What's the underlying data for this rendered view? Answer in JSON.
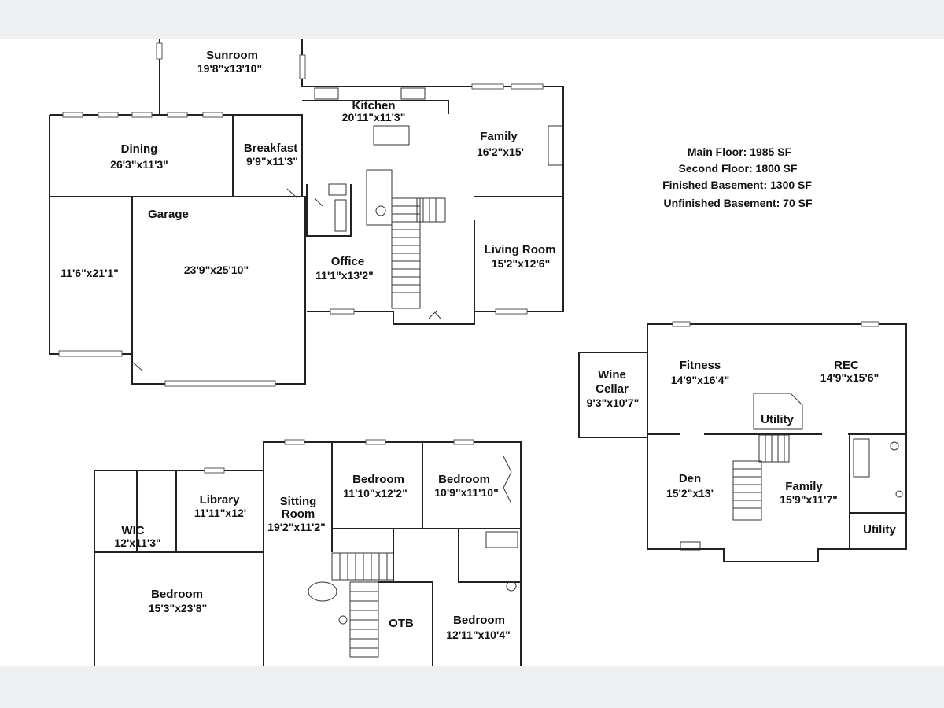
{
  "summary": {
    "main_floor": "Main Floor: 1985 SF",
    "second_floor": "Second Floor: 1800 SF",
    "finished_basement": "Finished Basement: 1300 SF",
    "unfinished_basement": "Unfinished Basement: 70 SF"
  },
  "main_floor": {
    "sunroom": {
      "name": "Sunroom",
      "dims": "19'8\"x13'10\""
    },
    "kitchen": {
      "name": "Kitchen",
      "dims": "20'11\"x11'3\""
    },
    "family": {
      "name": "Family",
      "dims": "16'2\"x15'"
    },
    "dining": {
      "name": "Dining",
      "dims": "26'3\"x11'3\""
    },
    "breakfast": {
      "name": "Breakfast",
      "dims": "9'9\"x11'3\""
    },
    "garage": {
      "name": "Garage",
      "dims_left": "11'6\"x21'1\"",
      "dims_right": "23'9\"x25'10\""
    },
    "office": {
      "name": "Office",
      "dims": "11'1\"x13'2\""
    },
    "living_room": {
      "name": "Living Room",
      "dims": "15'2\"x12'6\""
    }
  },
  "basement": {
    "wine_cellar": {
      "name1": "Wine",
      "name2": "Cellar",
      "dims": "9'3\"x10'7\""
    },
    "fitness": {
      "name": "Fitness",
      "dims": "14'9\"x16'4\""
    },
    "rec": {
      "name": "REC",
      "dims": "14'9\"x15'6\""
    },
    "utility_center": {
      "name": "Utility"
    },
    "den": {
      "name": "Den",
      "dims": "15'2\"x13'"
    },
    "family": {
      "name": "Family",
      "dims": "15'9\"x11'7\""
    },
    "utility_right": {
      "name": "Utility"
    }
  },
  "second_floor": {
    "wic": {
      "name": "WIC",
      "dims": "12'x11'3\""
    },
    "library": {
      "name": "Library",
      "dims": "11'11\"x12'"
    },
    "sitting_room": {
      "name1": "Sitting",
      "name2": "Room",
      "dims": "19'2\"x11'2\""
    },
    "bedroom_a": {
      "name": "Bedroom",
      "dims": "11'10\"x12'2\""
    },
    "bedroom_b": {
      "name": "Bedroom",
      "dims": "10'9\"x11'10\""
    },
    "bedroom_master": {
      "name": "Bedroom",
      "dims": "15'3\"x23'8\""
    },
    "otb": {
      "name": "OTB"
    },
    "bedroom_c": {
      "name": "Bedroom",
      "dims": "12'11\"x10'4\""
    }
  }
}
